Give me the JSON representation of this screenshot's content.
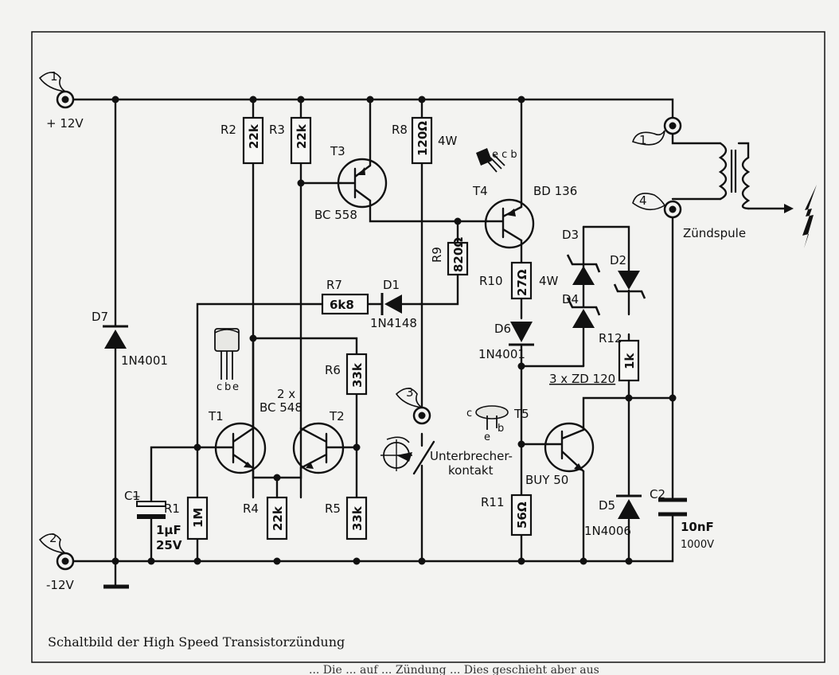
{
  "caption": "Schaltbild der High Speed Transistorzündung",
  "page_fragment": "... Die ... auf ... Zündung ... Dies geschieht aber aus",
  "terminals": {
    "t1": "1",
    "t2": "2",
    "t3": "3",
    "t4": "4",
    "t1b": "1"
  },
  "supply": {
    "plus": "+ 12V",
    "minus": "-12V"
  },
  "r2": {
    "name": "R2",
    "value": "22k"
  },
  "r3": {
    "name": "R3",
    "value": "22k"
  },
  "r8": {
    "name": "R8",
    "value": "120Ω",
    "power": "4W"
  },
  "r9": {
    "name": "R9",
    "value": "820Ω"
  },
  "r10": {
    "name": "R10",
    "value": "27Ω",
    "power": "4W"
  },
  "r7": {
    "name": "R7",
    "value": "6k8"
  },
  "r6": {
    "name": "R6",
    "value": "33k"
  },
  "r1": {
    "name": "R1",
    "value": "1M"
  },
  "r4": {
    "name": "R4",
    "value": "22k"
  },
  "r5": {
    "name": "R5",
    "value": "33k"
  },
  "r11": {
    "name": "R11",
    "value": "56Ω"
  },
  "r12": {
    "name": "R12",
    "value": "1k"
  },
  "t3": {
    "name": "T3",
    "type": "BC 558"
  },
  "t4": {
    "name": "T4",
    "type": "BD 136"
  },
  "t1": {
    "name": "T1"
  },
  "t2": {
    "name": "T2"
  },
  "pair": {
    "count": "2 x",
    "type": "BC 548"
  },
  "t5": {
    "name": "T5",
    "type": "BUY 50"
  },
  "d1": {
    "name": "D1",
    "type": "1N4148"
  },
  "d7": {
    "name": "D7",
    "type": "1N4001"
  },
  "d6": {
    "name": "D6",
    "type": "1N4001"
  },
  "d5": {
    "name": "D5",
    "type": "1N4006"
  },
  "d2": {
    "name": "D2"
  },
  "d3": {
    "name": "D3"
  },
  "d4": {
    "name": "D4"
  },
  "zener": "3 x ZD 120",
  "c1": {
    "name": "C1",
    "value": "1µF",
    "voltage": "25V"
  },
  "c2": {
    "name": "C2",
    "value": "10nF",
    "voltage": "1000V"
  },
  "coil": "Zündspule",
  "breaker": {
    "line1": "Unterbrecher-",
    "line2": "kontakt"
  },
  "pins_to92": {
    "c": "c",
    "b": "b",
    "e": "e"
  },
  "pins_to3": {
    "c": "c",
    "b": "b",
    "e": "e"
  },
  "pins_to126": "e c b"
}
